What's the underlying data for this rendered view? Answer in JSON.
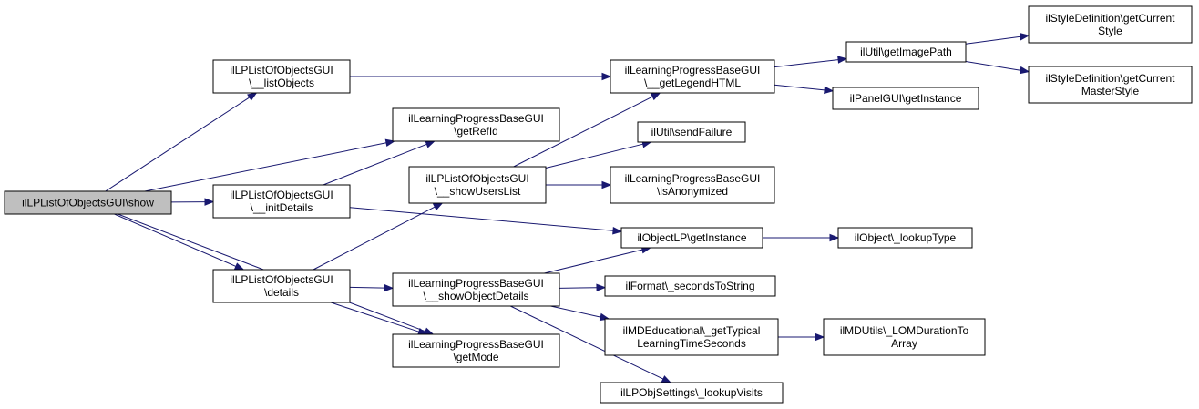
{
  "colors": {
    "edge": "#191970",
    "node_fill": "#ffffff",
    "highlight_fill": "#bfbfbf",
    "border": "#000000"
  },
  "nodes": [
    {
      "id": "show",
      "lines": [
        "ilLPListOfObjectsGUI\\show"
      ],
      "highlight": true
    },
    {
      "id": "listObjects",
      "lines": [
        "ilLPListOfObjectsGUI",
        "\\__listObjects"
      ]
    },
    {
      "id": "initDetails",
      "lines": [
        "ilLPListOfObjectsGUI",
        "\\__initDetails"
      ]
    },
    {
      "id": "details",
      "lines": [
        "ilLPListOfObjectsGUI",
        "\\details"
      ]
    },
    {
      "id": "getRefId",
      "lines": [
        "ilLearningProgressBaseGUI",
        "\\getRefId"
      ]
    },
    {
      "id": "getMode",
      "lines": [
        "ilLearningProgressBaseGUI",
        "\\getMode"
      ]
    },
    {
      "id": "showUsersList",
      "lines": [
        "ilLPListOfObjectsGUI",
        "\\__showUsersList"
      ]
    },
    {
      "id": "showObjectDetails",
      "lines": [
        "ilLearningProgressBaseGUI",
        "\\__showObjectDetails"
      ]
    },
    {
      "id": "getLegendHTML",
      "lines": [
        "ilLearningProgressBaseGUI",
        "\\__getLegendHTML"
      ]
    },
    {
      "id": "sendFailure",
      "lines": [
        "ilUtil\\sendFailure"
      ]
    },
    {
      "id": "isAnonymized",
      "lines": [
        "ilLearningProgressBaseGUI",
        "\\isAnonymized"
      ]
    },
    {
      "id": "objectLPGetInstance",
      "lines": [
        "ilObjectLP\\getInstance"
      ]
    },
    {
      "id": "secondsToString",
      "lines": [
        "ilFormat\\_secondsToString"
      ]
    },
    {
      "id": "getTypicalLearningTime",
      "lines": [
        "ilMDEducational\\_getTypical",
        "LearningTimeSeconds"
      ]
    },
    {
      "id": "lookupVisits",
      "lines": [
        "ilLPObjSettings\\_lookupVisits"
      ]
    },
    {
      "id": "getImagePath",
      "lines": [
        "ilUtil\\getImagePath"
      ]
    },
    {
      "id": "panelGetInstance",
      "lines": [
        "ilPanelGUI\\getInstance"
      ]
    },
    {
      "id": "lookupType",
      "lines": [
        "ilObject\\_lookupType"
      ]
    },
    {
      "id": "lomDuration",
      "lines": [
        "ilMDUtils\\_LOMDurationTo",
        "Array"
      ]
    },
    {
      "id": "getCurrentStyle",
      "lines": [
        "ilStyleDefinition\\getCurrent",
        "Style"
      ]
    },
    {
      "id": "getCurrentMasterStyle",
      "lines": [
        "ilStyleDefinition\\getCurrent",
        "MasterStyle"
      ]
    }
  ],
  "edges": [
    {
      "from": "show",
      "to": "listObjects"
    },
    {
      "from": "show",
      "to": "getRefId"
    },
    {
      "from": "show",
      "to": "initDetails"
    },
    {
      "from": "show",
      "to": "details"
    },
    {
      "from": "show",
      "to": "getMode"
    },
    {
      "from": "listObjects",
      "to": "getLegendHTML"
    },
    {
      "from": "initDetails",
      "to": "getRefId"
    },
    {
      "from": "initDetails",
      "to": "objectLPGetInstance"
    },
    {
      "from": "details",
      "to": "showUsersList"
    },
    {
      "from": "details",
      "to": "showObjectDetails"
    },
    {
      "from": "details",
      "to": "getMode"
    },
    {
      "from": "showUsersList",
      "to": "getLegendHTML"
    },
    {
      "from": "showUsersList",
      "to": "sendFailure"
    },
    {
      "from": "showUsersList",
      "to": "isAnonymized"
    },
    {
      "from": "showObjectDetails",
      "to": "objectLPGetInstance"
    },
    {
      "from": "showObjectDetails",
      "to": "secondsToString"
    },
    {
      "from": "showObjectDetails",
      "to": "getTypicalLearningTime"
    },
    {
      "from": "showObjectDetails",
      "to": "lookupVisits"
    },
    {
      "from": "getLegendHTML",
      "to": "getImagePath"
    },
    {
      "from": "getLegendHTML",
      "to": "panelGetInstance"
    },
    {
      "from": "objectLPGetInstance",
      "to": "lookupType"
    },
    {
      "from": "getTypicalLearningTime",
      "to": "lomDuration"
    },
    {
      "from": "getImagePath",
      "to": "getCurrentStyle"
    },
    {
      "from": "getImagePath",
      "to": "getCurrentMasterStyle"
    }
  ]
}
